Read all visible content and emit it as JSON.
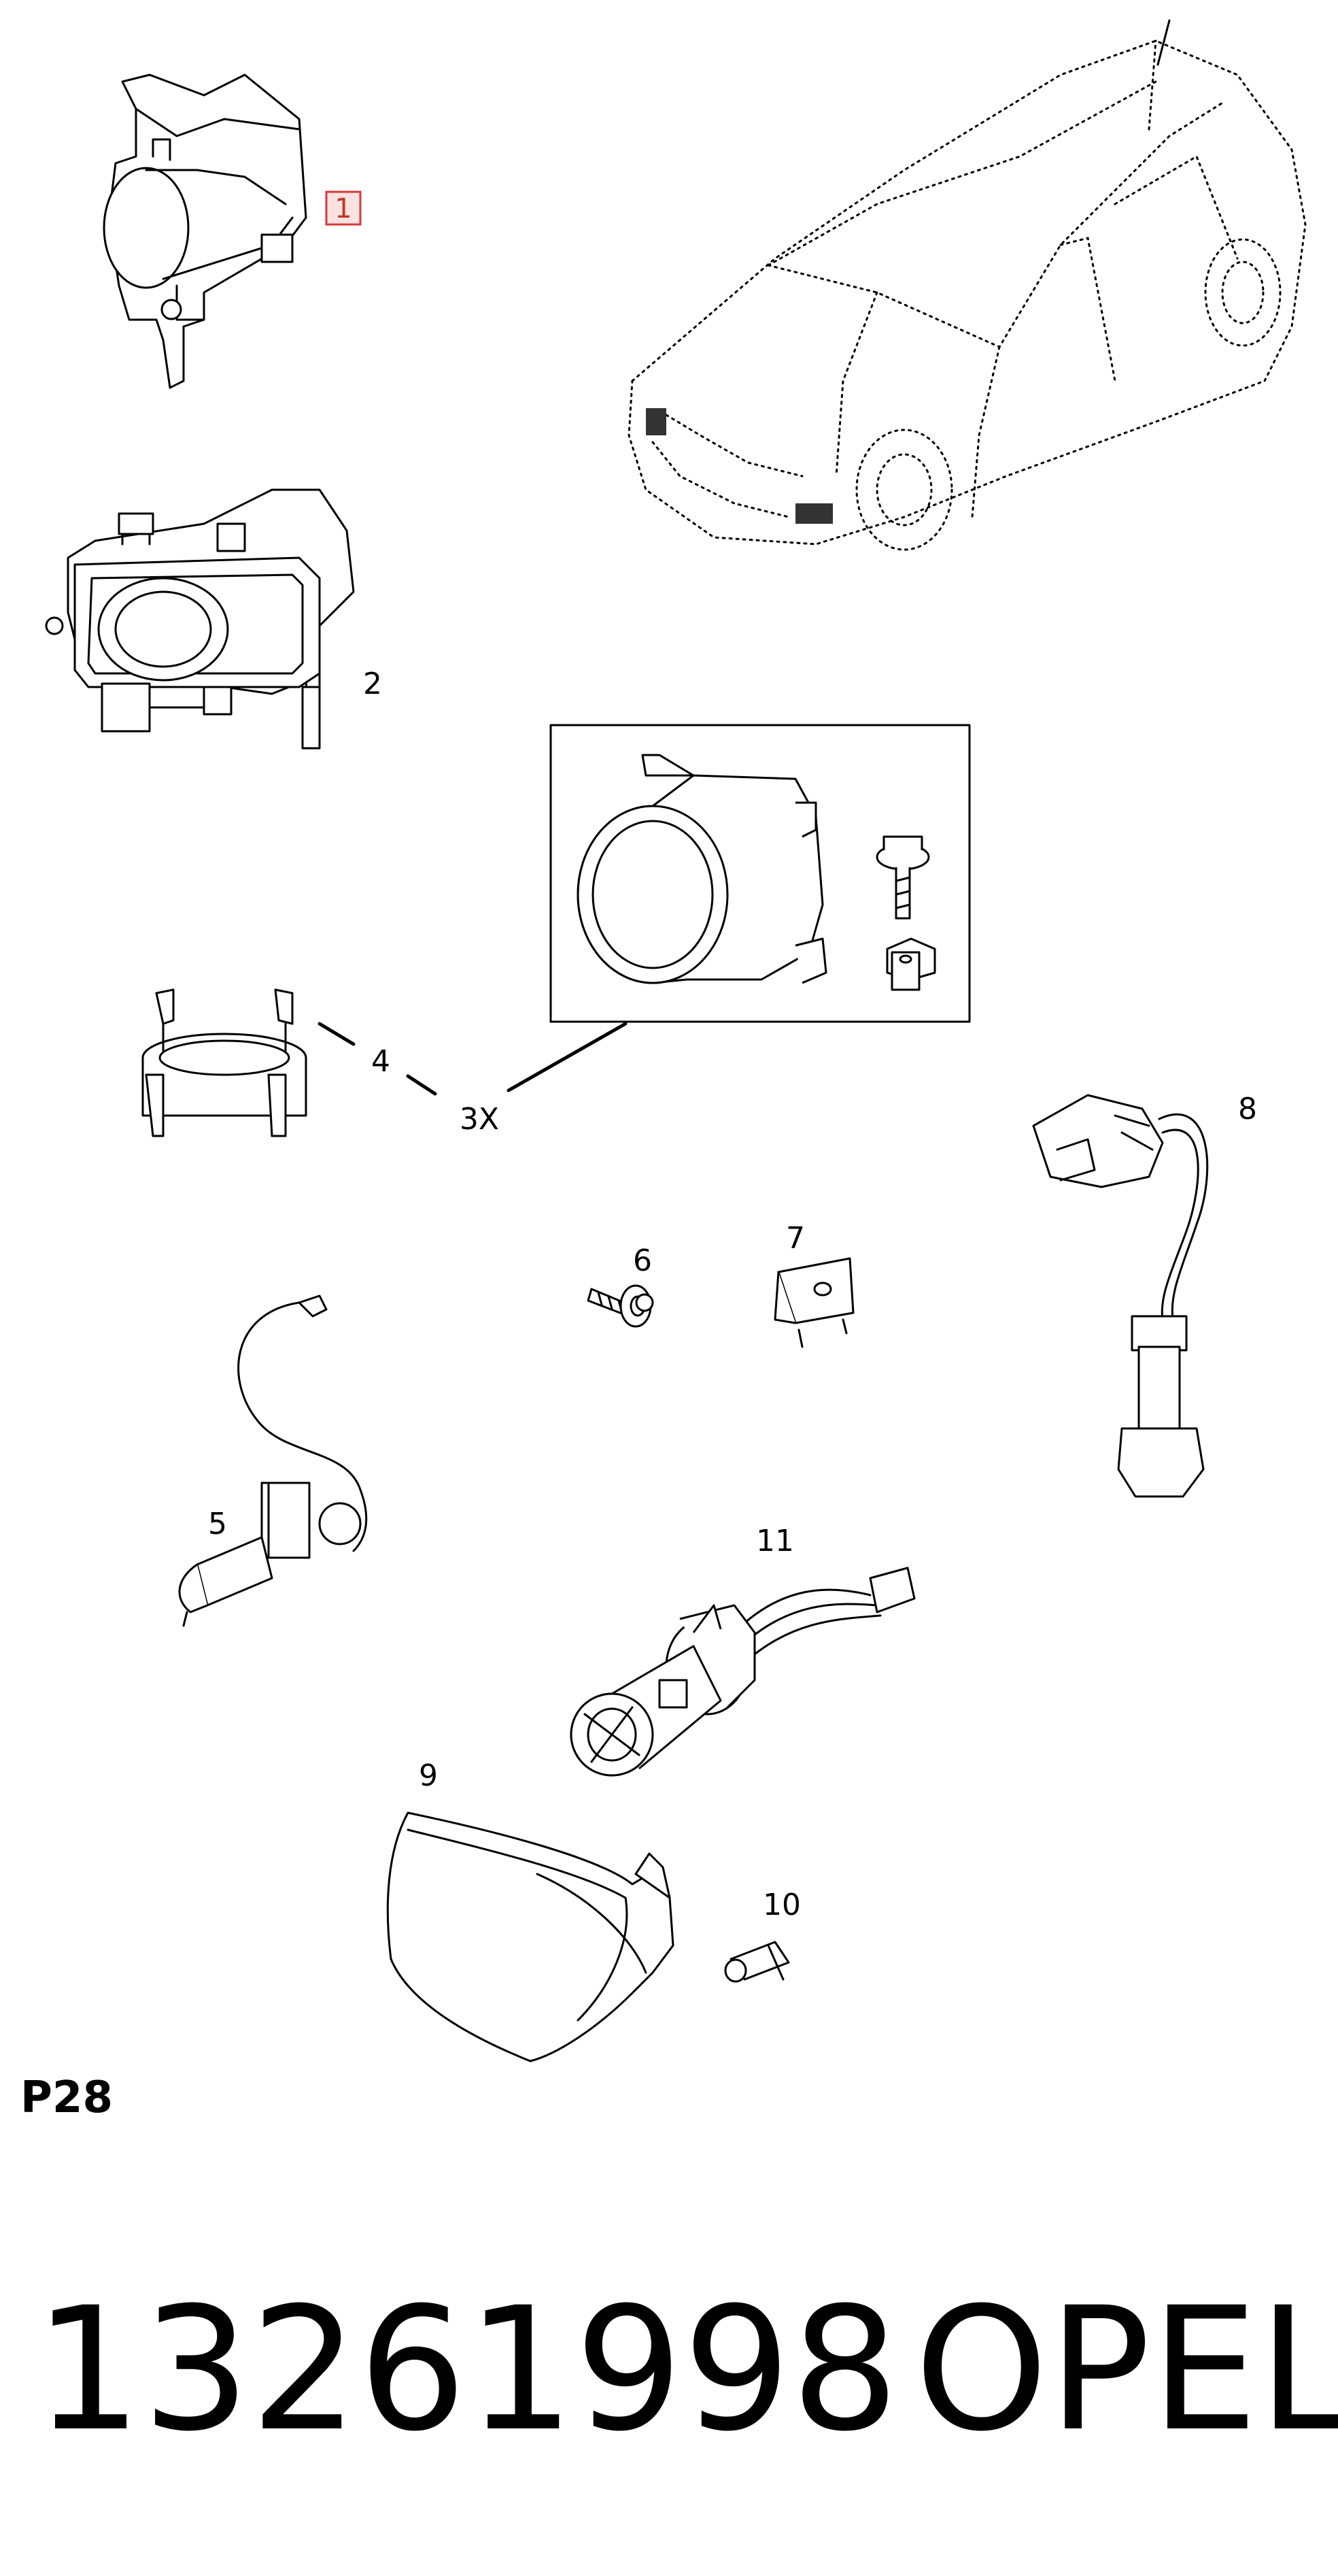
{
  "callouts": {
    "c1": "1",
    "c2": "2",
    "c3x": "3X",
    "c4": "4",
    "c5": "5",
    "c6": "6",
    "c7": "7",
    "c8": "8",
    "c9": "9",
    "c10": "10",
    "c11": "11"
  },
  "page_code": "P28",
  "part_number": "13261998",
  "brand": "OPEL",
  "colors": {
    "highlight_fill": "#fde2e2",
    "highlight_border": "#d63a3a",
    "highlight_text": "#c0392b",
    "line": "#000000"
  },
  "icons": {
    "part1": "fog-lamp-bracket-icon",
    "part2": "fog-lamp-assembly-icon",
    "inset": "round-fog-lamp-with-fasteners-icon",
    "part4": "lamp-retaining-ring-icon",
    "part5": "halogen-bulb-with-lead-icon",
    "part6": "bolt-icon",
    "part7": "clip-nut-icon",
    "part8": "wiring-harness-icon",
    "part9": "side-marker-lamp-icon",
    "part10": "wedge-bulb-icon",
    "part11": "bulb-socket-harness-icon",
    "car": "hatchback-car-icon"
  }
}
